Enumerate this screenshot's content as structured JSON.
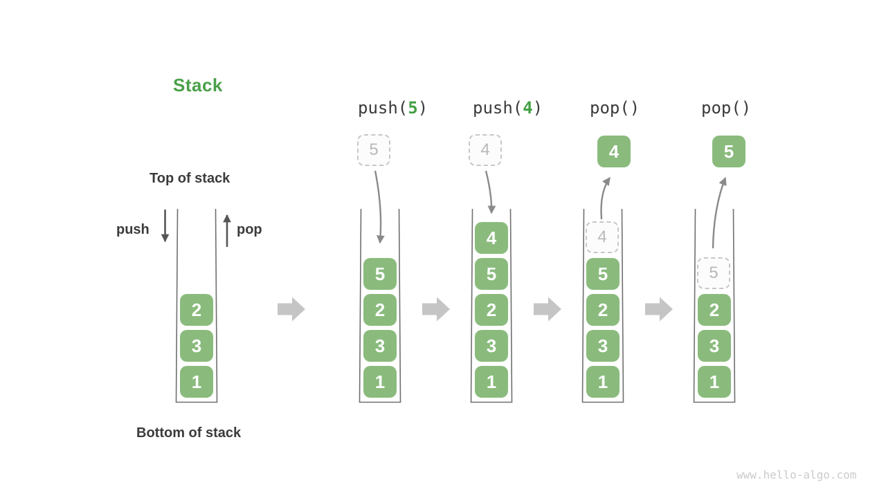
{
  "title": "Stack",
  "labels": {
    "top_of_stack": "Top of stack",
    "bottom_of_stack": "Bottom of stack",
    "push": "push",
    "pop": "pop"
  },
  "watermark": "www.hello-algo.com",
  "colors": {
    "box_green": "#8abb7d",
    "accent_green": "#4aa04a",
    "dark_text": "#3b3b3b",
    "flow_arrow_gray": "#8a8a8a",
    "direction_arrow_gray": "#565656",
    "transition_arrow_gray": "#c5c5c5",
    "ghost_border": "#c7c7c7",
    "ghost_text": "#b8b8b8",
    "container_stroke": "#6f6f6f",
    "watermark_gray": "#cbcbcb"
  },
  "initial_stack": [
    "2",
    "3",
    "1"
  ],
  "columns": [
    {
      "op_prefix": "push(",
      "op_arg": "5",
      "op_suffix": ")",
      "floating": "5",
      "floating_style": "dashed",
      "stack": [
        "5",
        "2",
        "3",
        "1"
      ]
    },
    {
      "op_prefix": "push(",
      "op_arg": "4",
      "op_suffix": ")",
      "floating": "4",
      "floating_style": "dashed",
      "stack": [
        "4",
        "5",
        "2",
        "3",
        "1"
      ]
    },
    {
      "op_prefix": "pop()",
      "op_arg": "",
      "op_suffix": "",
      "floating": "4",
      "floating_style": "solid",
      "ghost": "4",
      "stack": [
        "5",
        "2",
        "3",
        "1"
      ]
    },
    {
      "op_prefix": "pop()",
      "op_arg": "",
      "op_suffix": "",
      "floating": "5",
      "floating_style": "solid",
      "ghost": "5",
      "stack": [
        "2",
        "3",
        "1"
      ]
    }
  ]
}
